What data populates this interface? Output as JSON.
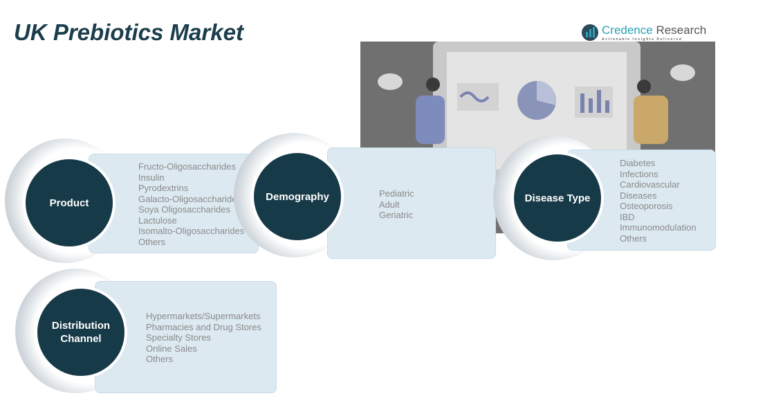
{
  "title": "UK Prebiotics Market",
  "logo": {
    "name_a": "Credence",
    "name_b": "Research",
    "tagline": "Actionable Insights Delivered"
  },
  "segments": [
    {
      "label": "Product",
      "items": [
        "Fructo-Oligosaccharides",
        "Insulin",
        "Pyrodextrins",
        "Galacto-Oligosaccharide",
        "Soya Oligosaccharides",
        "Lactulose",
        "Isomalto-Oligosaccharides",
        "Others"
      ]
    },
    {
      "label": "Demography",
      "items": [
        "Pediatric",
        "Adult",
        "Geriatric"
      ]
    },
    {
      "label": "Disease Type",
      "items": [
        "Diabetes",
        "Infections",
        "Cardiovascular",
        "Diseases",
        "Osteoporosis",
        "IBD",
        "Immunomodulation",
        "Others"
      ]
    },
    {
      "label": "Distribution Channel",
      "items": [
        "Hypermarkets/Supermarkets",
        "Pharmacies and Drug Stores",
        "Specialty Stores",
        "Online Sales",
        "Others"
      ]
    }
  ]
}
